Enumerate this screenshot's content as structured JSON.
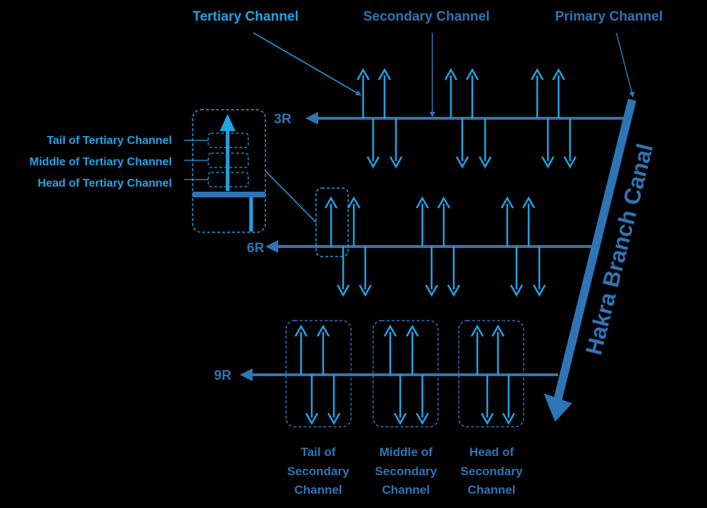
{
  "colors": {
    "background": "#000000",
    "primary": "#2E75B6",
    "secondary": "#2E75B6",
    "tertiary": "#1FA4E6",
    "label_dark": "#2E75B6",
    "label_light": "#1FA4E6"
  },
  "legend": {
    "tertiary_channel": "Tertiary Channel",
    "secondary_channel": "Secondary Channel",
    "primary_channel": "Primary Channel"
  },
  "canal": {
    "name": "Hakra Branch Canal"
  },
  "secondary_channels": [
    {
      "label": "3R"
    },
    {
      "label": "6R"
    },
    {
      "label": "9R"
    }
  ],
  "tertiary_detail": {
    "tail": "Tail of Tertiary Channel",
    "middle": "Middle of Tertiary Channel",
    "head": "Head of Tertiary Channel"
  },
  "secondary_segments": {
    "tail": [
      "Tail of",
      "Secondary",
      "Channel"
    ],
    "middle": [
      "Middle of",
      "Secondary",
      "Channel"
    ],
    "head": [
      "Head of",
      "Secondary",
      "Channel"
    ]
  }
}
